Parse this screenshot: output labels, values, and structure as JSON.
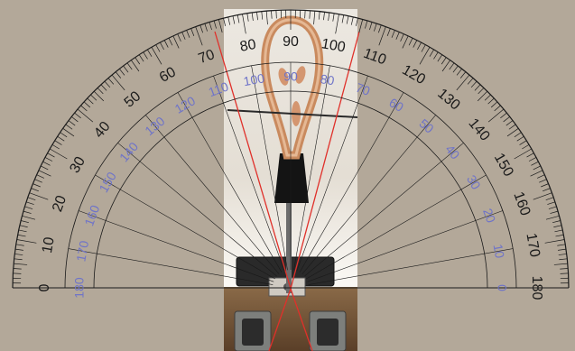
{
  "protractor": {
    "outer_scale": [
      "0",
      "10",
      "20",
      "30",
      "40",
      "50",
      "60",
      "70",
      "80",
      "90",
      "100",
      "110",
      "120",
      "130",
      "140",
      "150",
      "160",
      "170",
      "180"
    ],
    "inner_scale": [
      "180",
      "170",
      "160",
      "150",
      "140",
      "130",
      "120",
      "110",
      "100",
      "90",
      "80",
      "70",
      "60",
      "50",
      "40",
      "30",
      "20",
      "10",
      "0"
    ]
  },
  "colors": {
    "background": "#b3a899",
    "protractor_ink": "#1a1a1a",
    "inner_scale": "#6f74c8",
    "light_panel": "#ede9e2",
    "laser_lines": "#e0302a",
    "wood": "#d9a37c"
  },
  "objects": {
    "antenna": "loop-antenna-with-wooden-frame",
    "speakers": "two-speakers-at-bottom",
    "base": "electronic-device-on-stand"
  }
}
